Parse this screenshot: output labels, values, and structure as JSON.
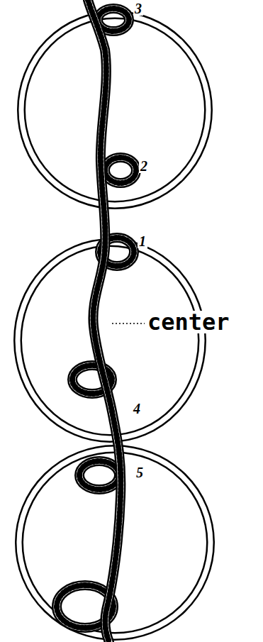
{
  "diagram": {
    "labels": [
      "3",
      "2",
      "1",
      "center",
      "4",
      "5"
    ]
  }
}
